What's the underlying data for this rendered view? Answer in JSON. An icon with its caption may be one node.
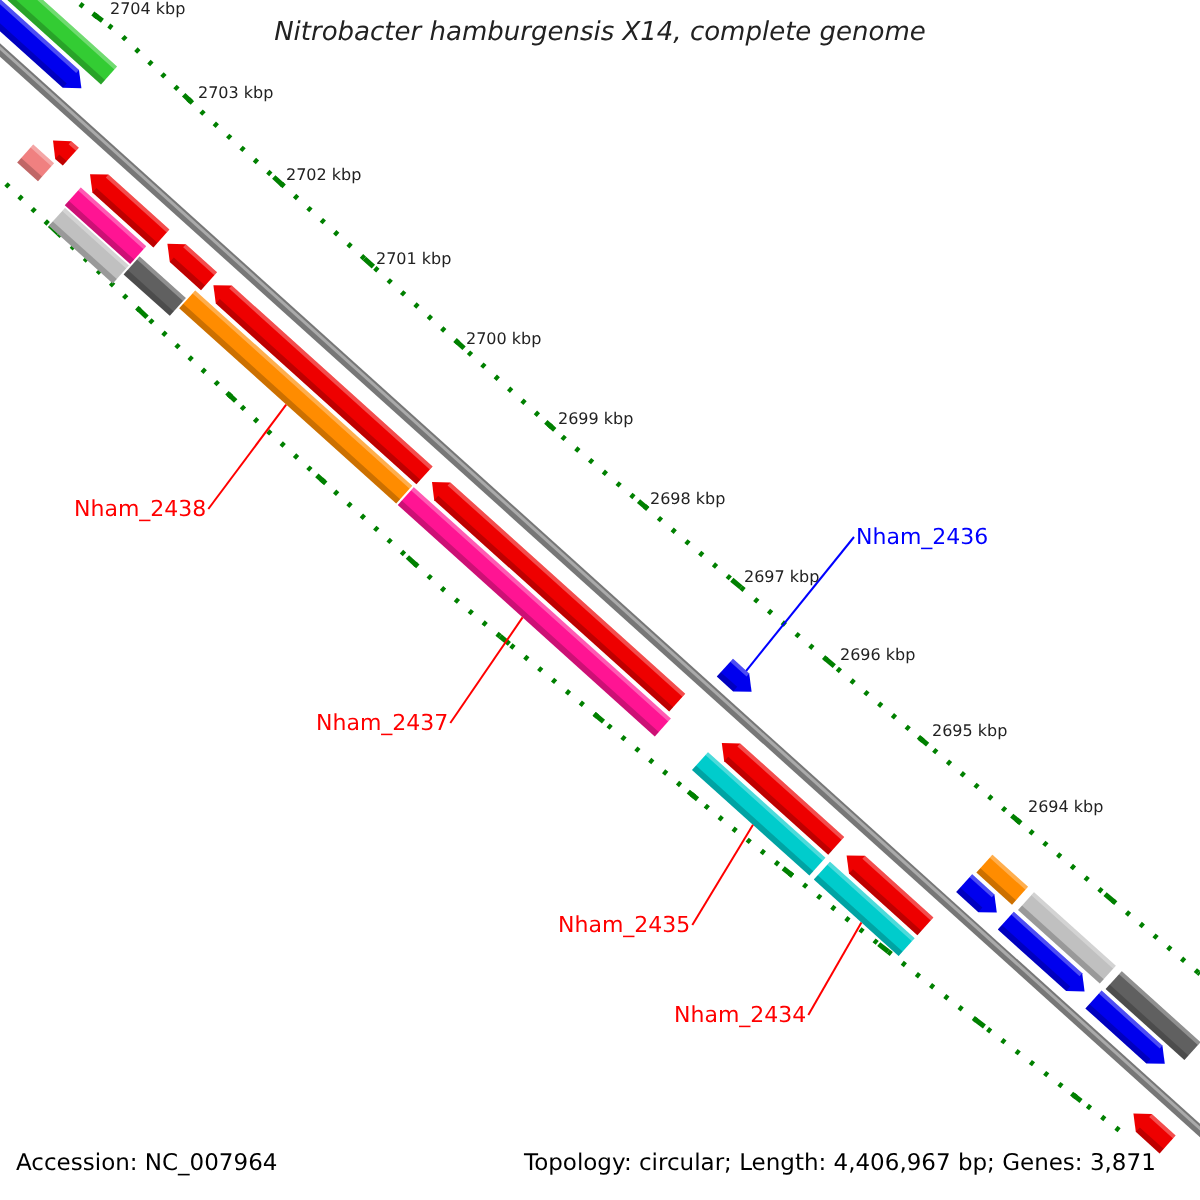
{
  "diagram": {
    "title": "Nitrobacter hamburgensis X14, complete genome",
    "nodes": [
      {
        "text": [
          "Nham_2438"
        ]
      },
      {
        "text": [
          "Nham_2436"
        ]
      },
      {
        "text": [
          "Nham_2437"
        ]
      },
      {
        "text": [
          "Nham_2435"
        ]
      },
      {
        "text": [
          "Nham_2434"
        ]
      },
      {
        "text": [],
        "shape": "bar"
      },
      {
        "text": [],
        "shape": "arrow"
      },
      {
        "text": [],
        "shape": "bar"
      },
      {
        "text": [],
        "shape": "arrow"
      },
      {
        "text": [],
        "shape": "arrow"
      },
      {
        "text": [],
        "shape": "bar"
      },
      {
        "text": [],
        "shape": "bar"
      },
      {
        "text": [],
        "shape": "bar"
      },
      {
        "text": [],
        "shape": "arrow"
      },
      {
        "text": [],
        "shape": "bar"
      },
      {
        "text": [],
        "shape": "arrow"
      },
      {
        "text": [],
        "shape": "bar"
      },
      {
        "text": [],
        "shape": "arrow"
      },
      {
        "text": [],
        "shape": "arrow"
      },
      {
        "text": [],
        "shape": "bar"
      },
      {
        "text": [],
        "shape": "arrow"
      },
      {
        "text": [],
        "shape": "bar"
      },
      {
        "text": [],
        "shape": "arrow"
      },
      {
        "text": [],
        "shape": "arrow"
      },
      {
        "text": [],
        "shape": "bar"
      },
      {
        "text": [],
        "shape": "arrow"
      },
      {
        "text": [],
        "shape": "bar"
      },
      {
        "text": [],
        "shape": "arrow"
      },
      {
        "text": [],
        "shape": "bar"
      },
      {
        "text": [],
        "shape": "arrow"
      }
    ],
    "edges": [
      {
        "from": 0,
        "to": 14,
        "arrow": "none"
      },
      {
        "from": 1,
        "to": 18,
        "arrow": "none",
        "color": "#0000ff"
      },
      {
        "from": 2,
        "to": 16,
        "arrow": "none"
      },
      {
        "from": 3,
        "to": 19,
        "arrow": "none"
      },
      {
        "from": 4,
        "to": 21,
        "arrow": "none"
      }
    ],
    "labels": [
      "2704 kbp",
      "2703 kbp",
      "2702 kbp",
      "2701 kbp",
      "2700 kbp",
      "2699 kbp",
      "2698 kbp",
      "2697 kbp",
      "2696 kbp",
      "2695 kbp",
      "2694 kbp",
      "Accession: NC_007964",
      "Topology: circular; Length: 4,406,967 bp; Genes: 3,871"
    ]
  }
}
